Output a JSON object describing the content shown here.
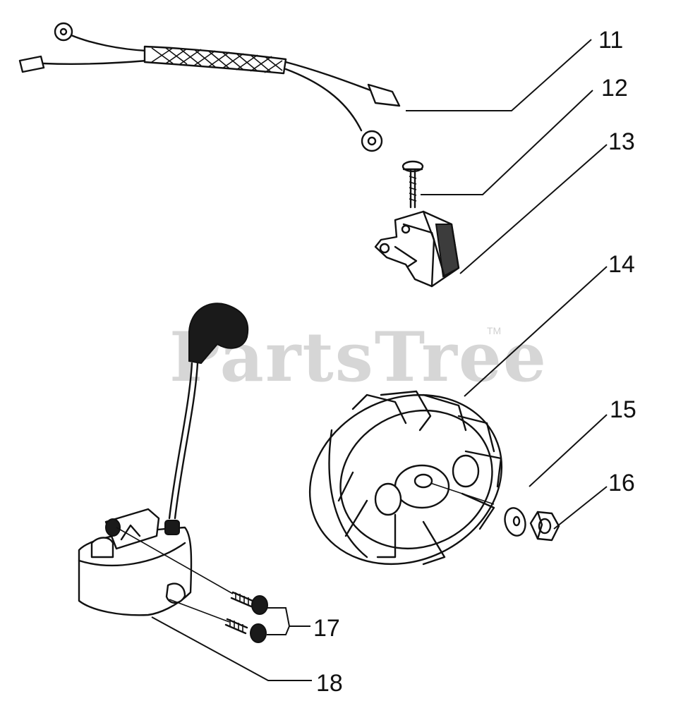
{
  "watermark": {
    "text": "PartsTree",
    "trademark": "TM"
  },
  "callouts": [
    {
      "id": "11",
      "label": "11"
    },
    {
      "id": "12",
      "label": "12"
    },
    {
      "id": "13",
      "label": "13"
    },
    {
      "id": "14",
      "label": "14"
    },
    {
      "id": "15",
      "label": "15"
    },
    {
      "id": "16",
      "label": "16"
    },
    {
      "id": "17",
      "label": "17"
    },
    {
      "id": "18",
      "label": "18"
    }
  ]
}
